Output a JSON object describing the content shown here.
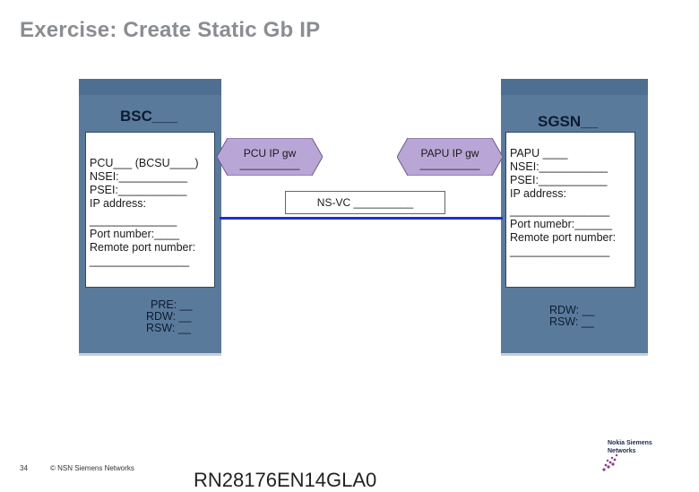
{
  "title": "Exercise: Create Static Gb IP",
  "bsc": {
    "name": "BSC___",
    "fields": [
      "PCU___ (BCSU____)",
      "NSEI:___________",
      "PSEI:___________",
      "IP address:",
      "______________",
      "Port number:____",
      "Remote port number:",
      "________________"
    ],
    "status": [
      "PRE: __",
      "RDW: __",
      "RSW: __"
    ]
  },
  "sgsn": {
    "name": "SGSN__",
    "fields": [
      "PAPU ____",
      "NSEI:___________",
      "PSEI:___________",
      "IP address:",
      "________________",
      "Port numebr:______",
      "Remote port number:",
      "________________"
    ],
    "status": [
      "RDW: __",
      "RSW: __"
    ]
  },
  "pcu_gw": {
    "label": "PCU IP gw",
    "blank": "__________"
  },
  "papu_gw": {
    "label": "PAPU IP gw",
    "blank": "__________"
  },
  "nsvc": {
    "label": "NS-VC __________"
  },
  "footer": {
    "page_number": "34",
    "copyright": "© NSN Siemens Networks",
    "doc_code": "RN28176EN14GLA0",
    "logo_line1": "Nokia Siemens",
    "logo_line2": "Networks"
  },
  "colors": {
    "node_fill": "#5a7a9c",
    "link": "#1e2fd2",
    "gateway": "#b9a6d6",
    "title": "#8a8d91"
  }
}
